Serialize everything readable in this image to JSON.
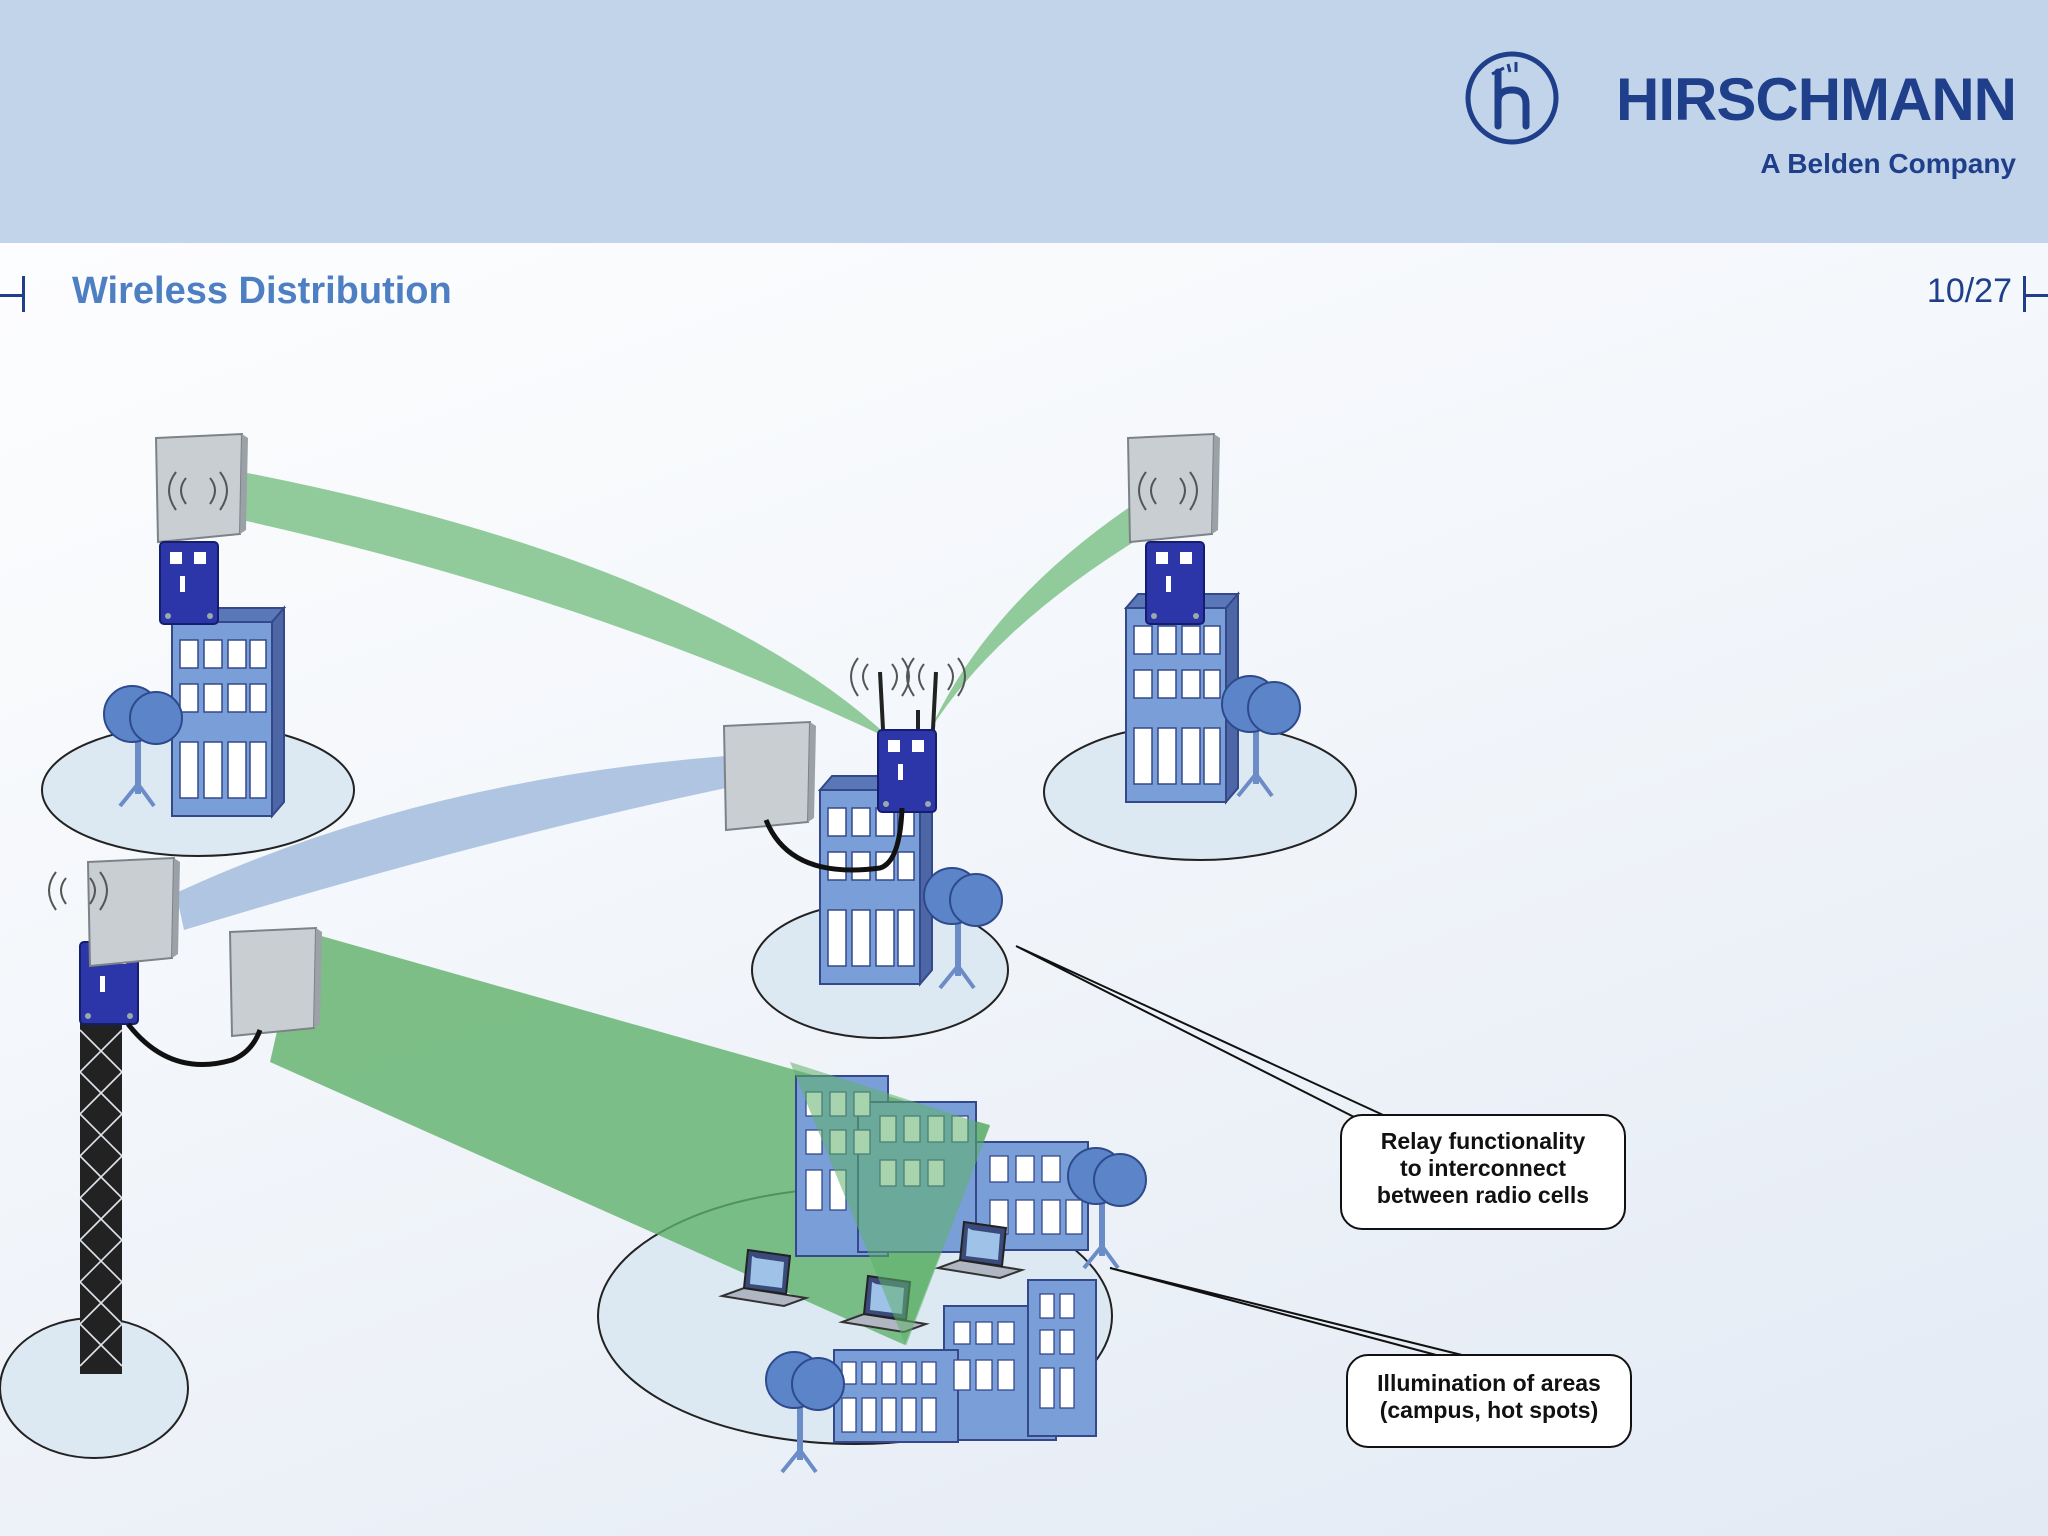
{
  "header": {
    "brand_name": "HIRSCHMANN",
    "brand_subtitle": "A Belden Company",
    "logo_icon": "hirschmann-h-logo-icon",
    "background": "#c2d4ea",
    "brand_color": "#1f3f8a"
  },
  "slide": {
    "title": "Wireless Distribution",
    "page_number": "10/27",
    "title_color": "#4d7fc2"
  },
  "diagram": {
    "nodes": [
      {
        "id": "building-top-left",
        "icon": "office-building-icon"
      },
      {
        "id": "building-top-right",
        "icon": "office-building-icon"
      },
      {
        "id": "relay-building-center",
        "icon": "office-building-icon"
      },
      {
        "id": "lattice-tower",
        "icon": "radio-tower-icon"
      },
      {
        "id": "campus",
        "icon": "campus-buildings-icon"
      }
    ],
    "links": [
      {
        "from": "building-top-left",
        "to": "relay-building-center",
        "color": "#7fc28a"
      },
      {
        "from": "building-top-right",
        "to": "relay-building-center",
        "color": "#7fc28a"
      },
      {
        "from": "lattice-tower",
        "to": "relay-building-center",
        "color": "#a9bfdf"
      },
      {
        "from": "lattice-tower",
        "to": "campus",
        "color": "#5fb06a"
      }
    ],
    "callouts": {
      "relay": "Relay functionality\nto interconnect\nbetween radio cells",
      "relay_lines": [
        "Relay functionality",
        "to interconnect",
        "between radio cells"
      ],
      "illumination_lines": [
        "Illumination of areas",
        "(campus, hot spots)"
      ]
    },
    "colors": {
      "device": "#2c36a8",
      "antenna": "#c9ced3",
      "building": "#7a9fd8",
      "ground": "#dce8f2"
    }
  }
}
